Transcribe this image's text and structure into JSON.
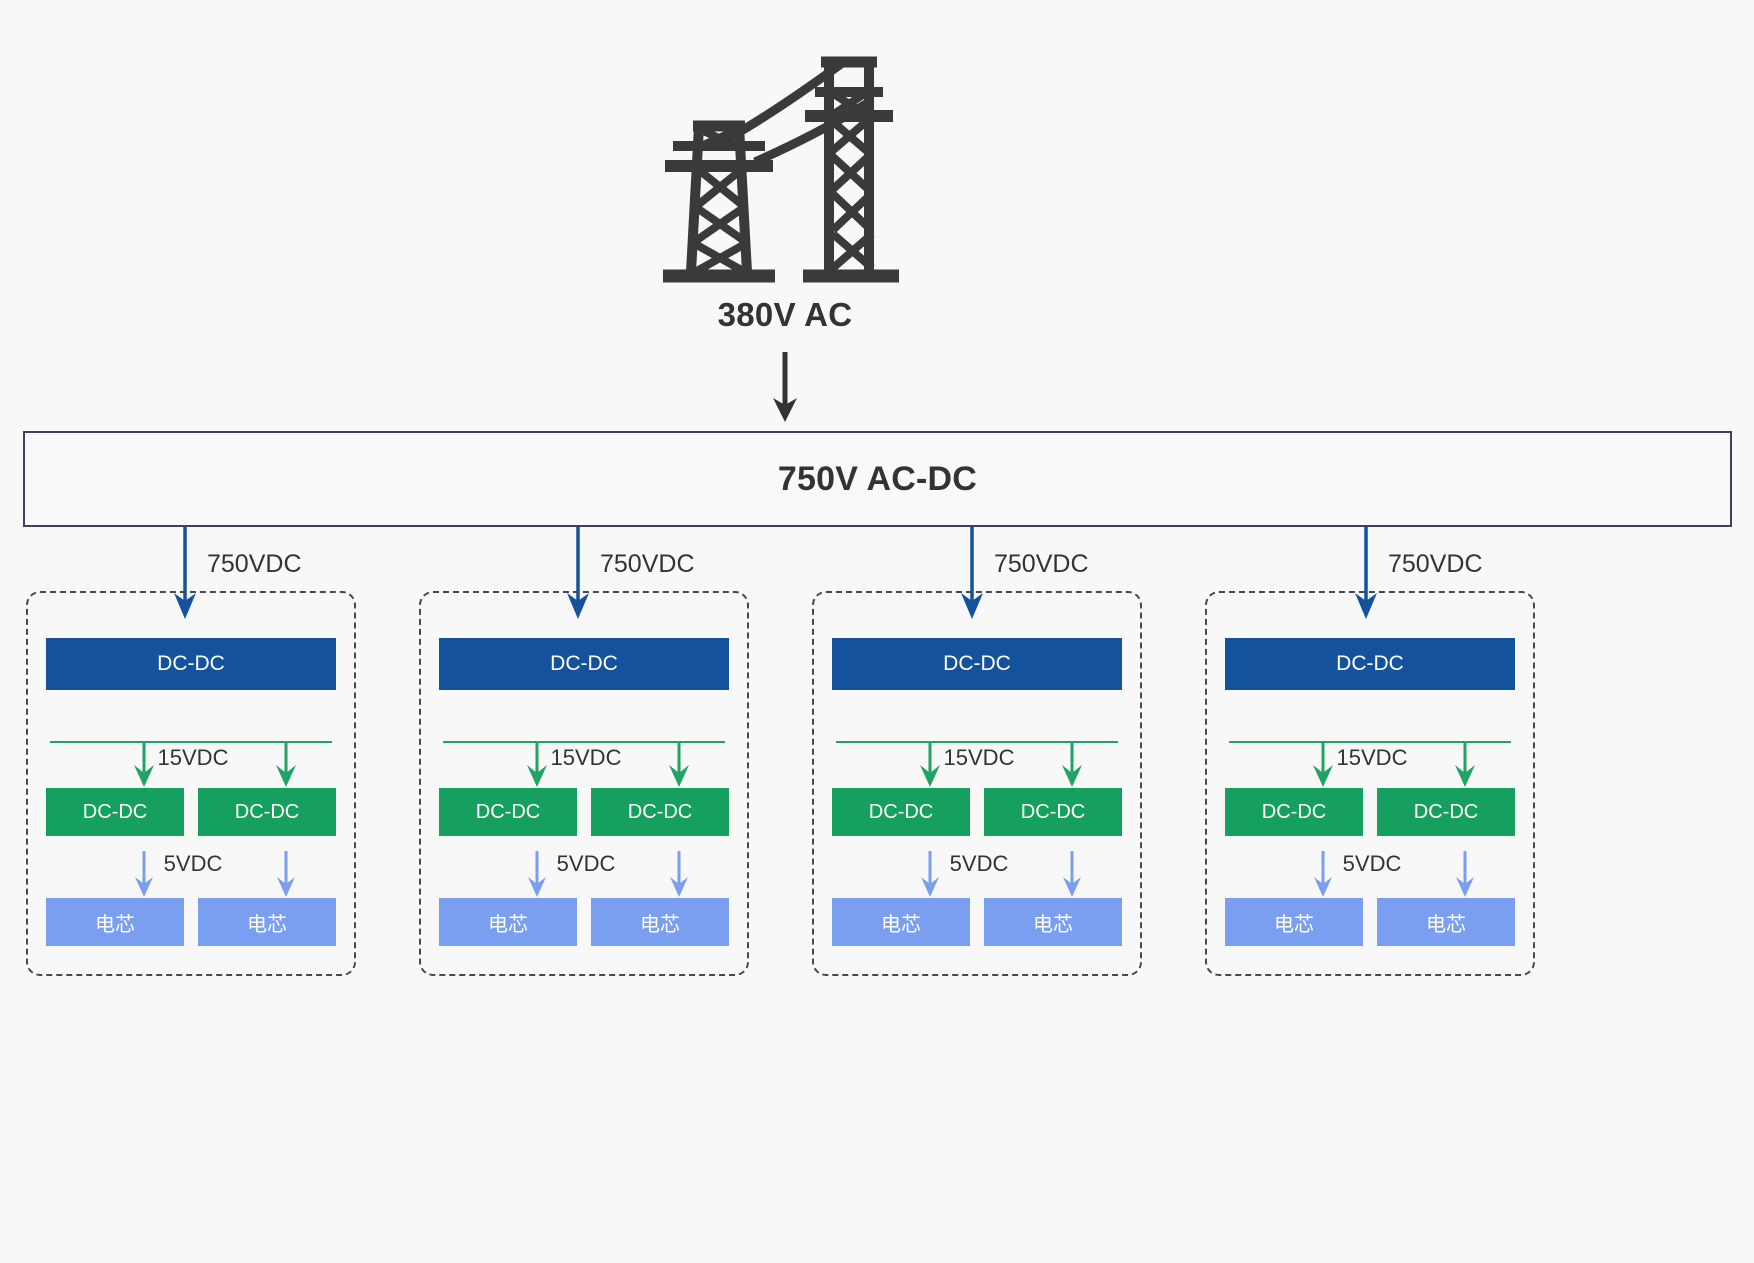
{
  "diagram": {
    "title_source": "380V AC",
    "main_converter": "750V AC-DC",
    "icon_source": "power-pylon-icon",
    "colors": {
      "background": "#f8f8f8",
      "text": "#333333",
      "acdc_border": "#3b4263",
      "dcdc_primary": "#14529e",
      "dcdc_secondary": "#15a05f",
      "cell": "#7b9ff0",
      "arrow_750": "#14529e",
      "arrow_15": "#21a366",
      "arrow_5": "#7b9ff0",
      "group_border": "#434a54",
      "pylon": "#3a3a3a"
    },
    "rails": {
      "input_ac": "380V AC",
      "bus_dc": "750VDC",
      "mid_dc": "15VDC",
      "load_dc": "5VDC"
    },
    "modules": [
      {
        "feed_label": "750VDC",
        "primary": {
          "label": "DC-DC"
        },
        "mid_label": "15VDC",
        "secondary": [
          {
            "label": "DC-DC"
          },
          {
            "label": "DC-DC"
          }
        ],
        "load_label": "5VDC",
        "cells": [
          {
            "label": "电芯"
          },
          {
            "label": "电芯"
          }
        ]
      },
      {
        "feed_label": "750VDC",
        "primary": {
          "label": "DC-DC"
        },
        "mid_label": "15VDC",
        "secondary": [
          {
            "label": "DC-DC"
          },
          {
            "label": "DC-DC"
          }
        ],
        "load_label": "5VDC",
        "cells": [
          {
            "label": "电芯"
          },
          {
            "label": "电芯"
          }
        ]
      },
      {
        "feed_label": "750VDC",
        "primary": {
          "label": "DC-DC"
        },
        "mid_label": "15VDC",
        "secondary": [
          {
            "label": "DC-DC"
          },
          {
            "label": "DC-DC"
          }
        ],
        "load_label": "5VDC",
        "cells": [
          {
            "label": "电芯"
          },
          {
            "label": "电芯"
          }
        ]
      },
      {
        "feed_label": "750VDC",
        "primary": {
          "label": "DC-DC"
        },
        "mid_label": "15VDC",
        "secondary": [
          {
            "label": "DC-DC"
          },
          {
            "label": "DC-DC"
          }
        ],
        "load_label": "5VDC",
        "cells": [
          {
            "label": "电芯"
          },
          {
            "label": "电芯"
          }
        ]
      }
    ]
  }
}
